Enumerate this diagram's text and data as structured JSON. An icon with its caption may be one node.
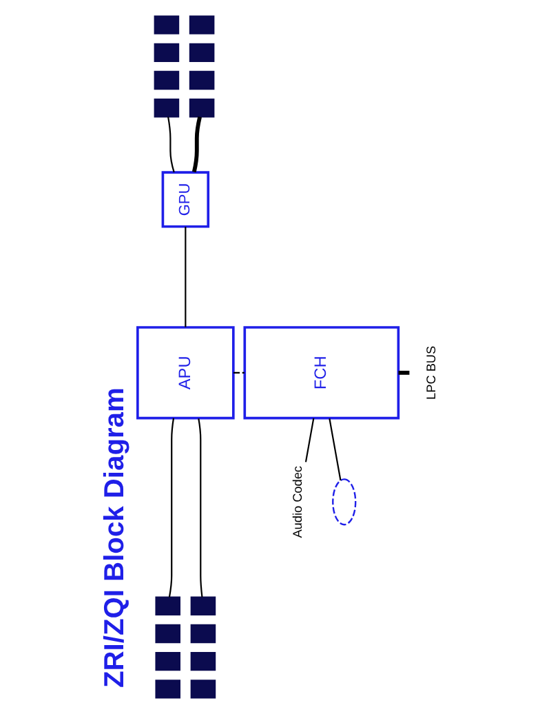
{
  "diagram": {
    "title": "ZRI/ZQI Block Diagram",
    "nodes": [
      {
        "text": [
          "APU"
        ]
      },
      {
        "text": [
          "GPU"
        ]
      },
      {
        "text": [],
        "shape": "box"
      },
      {
        "text": [],
        "shape": "box"
      },
      {
        "text": [],
        "shape": "box"
      },
      {
        "text": [],
        "shape": "box"
      },
      {
        "text": [],
        "shape": "box"
      },
      {
        "text": [],
        "shape": "box"
      },
      {
        "text": [],
        "shape": "box"
      },
      {
        "text": [],
        "shape": "box"
      },
      {
        "text": [
          "FCH"
        ]
      },
      {
        "text": [],
        "shape": "box"
      },
      {
        "text": [],
        "shape": "box"
      },
      {
        "text": [],
        "shape": "box"
      },
      {
        "text": [],
        "shape": "box"
      },
      {
        "text": [],
        "shape": "box"
      },
      {
        "text": [],
        "shape": "box"
      },
      {
        "text": [],
        "shape": "box"
      },
      {
        "text": [],
        "shape": "box"
      },
      {
        "text": [
          "Audio Codec"
        ]
      },
      {
        "text": [],
        "shape": "ellipse"
      },
      {
        "text": [
          "LPC BUS"
        ]
      }
    ],
    "edges": [
      {
        "from": 0,
        "to": 1,
        "arrow": "none"
      },
      {
        "from": 1,
        "to": 8,
        "arrow": "none"
      },
      {
        "from": 1,
        "to": 9,
        "arrow": "none",
        "style": "thick"
      },
      {
        "from": 11,
        "to": 0,
        "arrow": "none"
      },
      {
        "from": 12,
        "to": 0,
        "arrow": "none"
      },
      {
        "from": 0,
        "to": 10,
        "arrow": "none",
        "style": "dashed"
      },
      {
        "from": 10,
        "to": 21,
        "arrow": "none",
        "style": "thick"
      },
      {
        "from": 20,
        "to": 10,
        "arrow": "none"
      },
      {
        "from": 19,
        "to": 10,
        "arrow": "none"
      }
    ]
  }
}
